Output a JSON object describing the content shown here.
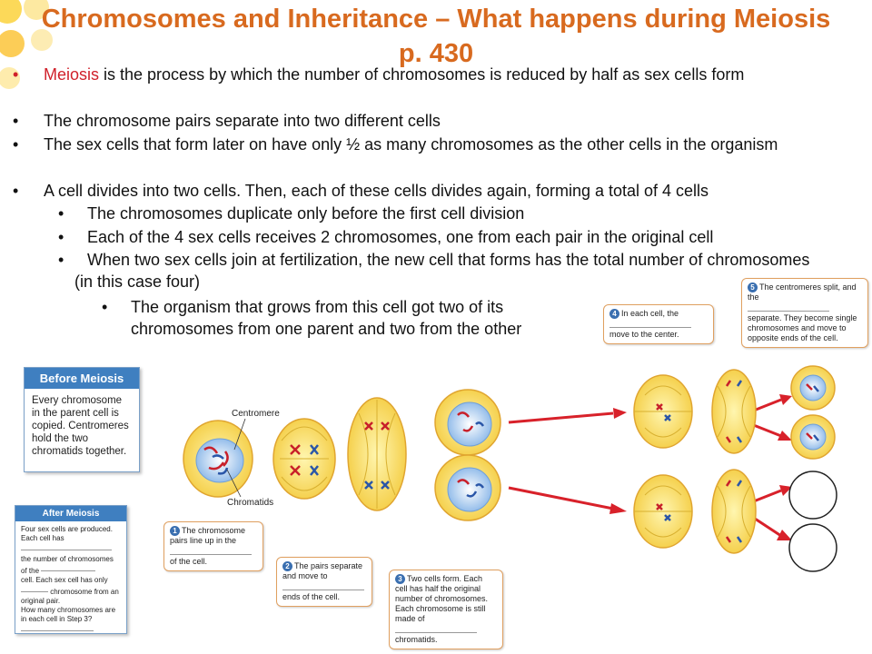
{
  "title": "Chromosomes and Inheritance – What happens during Meiosis p. 430",
  "bullets": [
    {
      "level": 1,
      "highlight": "Meiosis",
      "text": " is the process by which the number of chromosomes is reduced by half as sex cells form"
    },
    {
      "level": 1,
      "text": "The chromosome pairs separate into two different cells"
    },
    {
      "level": 1,
      "text": "The sex cells that form later on have only ½ as many chromosomes as the other cells in the organism"
    },
    {
      "level": 1,
      "text": "A cell divides into two cells. Then, each of these cells divides again, forming a total of 4 cells"
    },
    {
      "level": 2,
      "text": "The chromosomes duplicate only before the first cell division"
    },
    {
      "level": 2,
      "text": "Each of the 4 sex cells receives 2 chromosomes, one from each pair in the original cell"
    },
    {
      "level": 2,
      "text": "When two sex cells join at fertilization, the new cell that forms has the total number of chromosomes (in this case four)"
    },
    {
      "level": 3,
      "text": "The organism that grows from this cell got two of its chromosomes from one parent and two from the other"
    }
  ],
  "before_meiosis": {
    "heading": "Before Meiosis",
    "body": "Every chromosome in the parent cell is copied. Centromeres hold the two chromatids together."
  },
  "after_meiosis": {
    "heading": "After Meiosis",
    "line1": "Four sex cells are produced. Each cell has",
    "line2": "the number of chromosomes of the",
    "line3": "cell. Each sex cell has only",
    "line4": "chromosome from an original pair.",
    "line5": "How many chromosomes are in each cell in Step 3?"
  },
  "labels": {
    "centromere": "Centromere",
    "chromatids": "Chromatids"
  },
  "steps": [
    {
      "n": "1",
      "a": "The chromosome pairs line up in the",
      "b": "of the cell."
    },
    {
      "n": "2",
      "a": "The pairs separate and move to",
      "b": "ends of the cell."
    },
    {
      "n": "3",
      "a": "Two cells form. Each cell has half the original number of chromosomes. Each chromosome is still made of",
      "b": "chromatids."
    },
    {
      "n": "4",
      "a": "In each cell, the",
      "b": "move to the center."
    },
    {
      "n": "5",
      "a": "The centromeres split, and the",
      "b": "separate. They become single chromosomes and move to opposite ends of the cell."
    }
  ],
  "colors": {
    "title": "#d86a1f",
    "highlight": "#d0202a",
    "box_head": "#3f7fc0",
    "cell": "#f6d64a",
    "nucleus": "#8fb8e8",
    "arrow": "#d8212a"
  }
}
